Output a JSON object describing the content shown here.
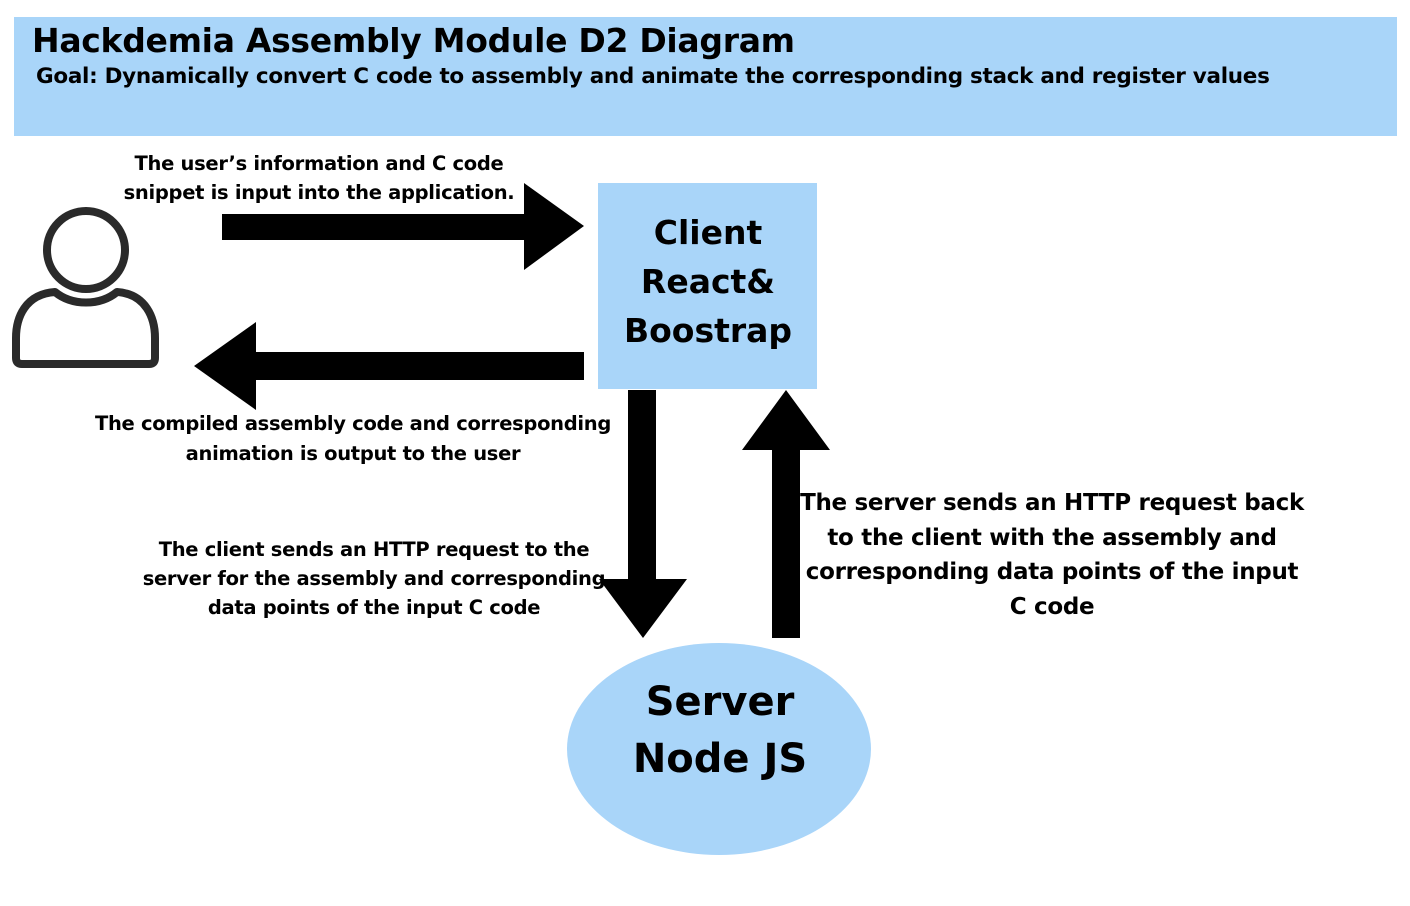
{
  "header": {
    "title": "Hackdemia Assembly Module D2 Diagram",
    "goal": "Goal: Dynamically convert C code to assembly and animate the corresponding stack and register values"
  },
  "nodes": {
    "client": {
      "lines": [
        "Client",
        "React&",
        "Boostrap"
      ]
    },
    "server": {
      "lines": [
        "Server",
        "Node JS"
      ]
    }
  },
  "edges": {
    "user_to_client": "The user’s information and C code snippet is input into the application.",
    "client_to_user": "The compiled assembly code and corresponding animation is output to the user",
    "client_to_server": "The client sends an HTTP request to the server for the assembly and corresponding data points of the input C code",
    "server_to_client": "The server sends an HTTP request back to the client with the assembly and corresponding data points of the input C code"
  },
  "colors": {
    "header_bg": "#a9d5f9",
    "node_fill": "#a9d5f9",
    "arrow": "#000000"
  },
  "icons": {
    "user": "user-icon"
  }
}
